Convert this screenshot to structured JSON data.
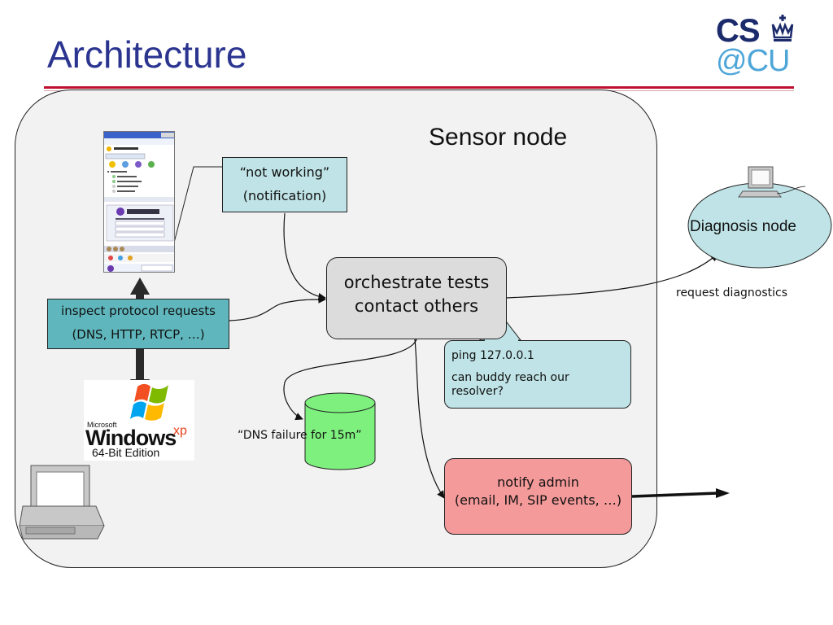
{
  "slide": {
    "title": "Architecture"
  },
  "logo": {
    "line1": "CS",
    "line2": "@CU"
  },
  "sensor_node": {
    "label": "Sensor node"
  },
  "notification": {
    "line1": "“not working”",
    "line2": "(notification)"
  },
  "inspect": {
    "line1": "inspect protocol requests",
    "line2": "(DNS, HTTP, RTCP, …)"
  },
  "orchestrate": {
    "line1": "orchestrate tests",
    "line2": "contact others"
  },
  "ping_callout": {
    "line1": "ping 127.0.0.1",
    "line2": "can buddy reach our resolver?"
  },
  "notify": {
    "line1": "notify admin",
    "line2": "(email, IM, SIP events, …)"
  },
  "diagnosis": {
    "label": "Diagnosis node",
    "request": "request diagnostics"
  },
  "dns_store": {
    "label": "“DNS failure for 15m”"
  },
  "windows_logo": {
    "maker": "Microsoft",
    "product": "Windows",
    "version": "xp",
    "edition": "64-Bit Edition"
  },
  "colors": {
    "title": "#2b3590",
    "rule": "#c01030",
    "notification_fill": "#bfe3e6",
    "inspect_fill": "#5fb7bd",
    "notify_fill": "#f59a9a",
    "cylinder_fill": "#7ef07e",
    "diagnosis_fill": "#bfe3e6"
  }
}
